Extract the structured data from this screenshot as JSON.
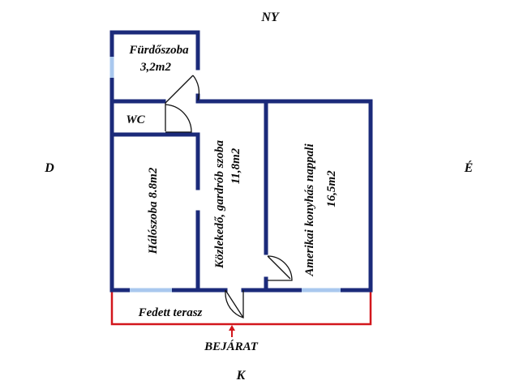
{
  "compass": {
    "north": "NY",
    "south": "K",
    "west": "D",
    "east": "É"
  },
  "rooms": {
    "bathroom": {
      "name": "Fürdőszoba",
      "area": "3,2m2"
    },
    "wc": {
      "name": "WC"
    },
    "bedroom": {
      "name": "Hálószoba 8.8m2"
    },
    "corridor": {
      "name": "Közlekedő, gardrób szoba",
      "area": "11,8m2"
    },
    "living": {
      "name": "Amerikai konyhás nappali",
      "area": "16,5m2"
    }
  },
  "terrace": {
    "label": "Fedett terasz"
  },
  "entrance": {
    "label": "BEJÁRAT"
  },
  "colors": {
    "wall": "#1b2a7a",
    "window": "#a9c8ee",
    "terrace_outline": "#d2161c",
    "text": "#0a0a0a"
  }
}
